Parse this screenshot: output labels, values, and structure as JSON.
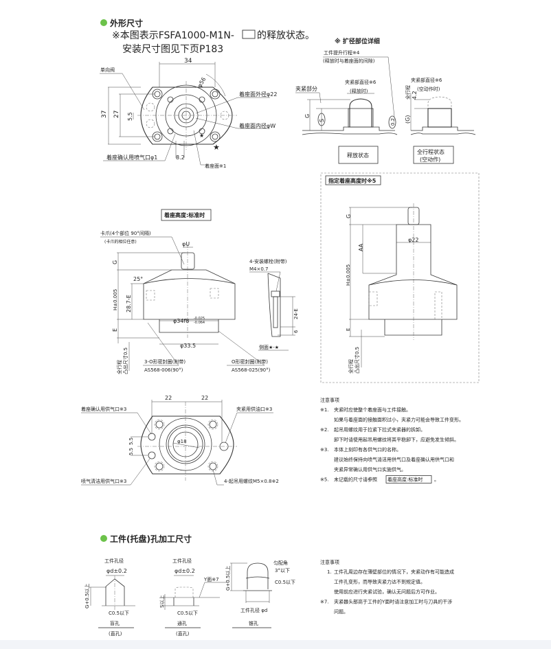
{
  "accent_color": "#6cc24a",
  "section1": {
    "title": "外形尺寸",
    "note_prefix": "※本图表示FSFA1000-M1N-",
    "note_suffix": "的释放状态。",
    "note_line2": "安装尺寸图见下页P183"
  },
  "plan_view": {
    "dim_34": "34",
    "dim_37": "37",
    "dim_27": "27",
    "dim_5_5": "5.5",
    "dim_8_2": "8.2",
    "dim_56": "φ56",
    "check_valve": "单向阀",
    "seat_outer": "着座面外径φ22",
    "seat_inner": "着座面内径φW",
    "seat_air": "着座确认用喷气口φ1",
    "seat_face": "着座面※1"
  },
  "detail": {
    "title": "※ 扩径部位详细",
    "lift_stroke": "工件提升行程※4",
    "lift_stroke_sub": "(释放时与着座面的间隙)",
    "clamp_part": "夹紧部分",
    "clamp_dia": "夹紧部直径※6",
    "clamp_dia_release": "(释放时)",
    "clamp_dia_idle": "(空动作时)",
    "dim_G": "G",
    "dim_S": "S",
    "dim_0_2": "0.2",
    "full_stroke": "全行程",
    "dim_4_2": "4.2",
    "dim_G_paren": "(G)",
    "state_release": "释放状态",
    "state_full": "全行程状态",
    "state_full_sub": "(空动作)"
  },
  "specified": {
    "title": "指定着座高度时※5",
    "dim_G": "G",
    "dim_AA": "AA",
    "dim_22": "φ22",
    "dim_H": "H±0.005",
    "dim_E": "E",
    "protrude": "全行程",
    "protrude2": "凸出尺寸0.5"
  },
  "standard": {
    "title": "着座高度:标准时",
    "claw": "卡爪(4个部位 90°间隔)",
    "claw_sub": "(卡爪的相位任意)",
    "dim_U": "φU",
    "dim_G": "G",
    "dim_25": "25°",
    "dim_H": "H±0.005",
    "dim_287": "28.7-E",
    "dim_34f8": "φ34f8",
    "tol_hi": "-0.025",
    "tol_lo": "-0.064",
    "dim_E": "E",
    "dim_335": "φ33.5",
    "protrude": "全行程",
    "protrude2": "凸出尺寸0.5",
    "oring1": "3-O形密封圈(附带)",
    "oring1_code": "AS568-006(90°)",
    "oring2": "O形密封圈(附带)",
    "oring2_code": "AS568-025(90°)",
    "bolt": "4-安装螺栓(附带)",
    "bolt_spec": "M4×0.7",
    "dim_24E": "24-E",
    "dim_6": "6",
    "side": "侧面★-★"
  },
  "bottom_view": {
    "dim_22a": "22",
    "dim_22b": "22",
    "dim_18": "φ18",
    "dim_5_5": "5.5",
    "dim_5_5b": "5.5",
    "seat_air": "着座确认用供气口※3",
    "clamp_oil": "夹紧用供油口※3",
    "clean_air": "喷气清洁用供气口※3",
    "lift_thread": "4-起吊用螺纹M5×0.8※2"
  },
  "notes1": {
    "title": "注意事项",
    "items": [
      {
        "mark": "※1.",
        "lines": [
          "夹紧时应使整个着座面与工件接触。",
          "如果与着座面的接触面积过小，夹紧力可能会导致工件变形。"
        ]
      },
      {
        "mark": "※2.",
        "lines": [
          "起吊用螺纹用于拉紧下拉式夹紧器的拆卸。",
          "卸下时请使用起吊用螺纹将其平稳卸下，应避免发生倾斜。"
        ]
      },
      {
        "mark": "※3.",
        "lines": [
          "本体上刻印有各供气口的名称。",
          "建议始终保持向喷气清洁用供气口及着座确认用供气口和",
          "夹紧异常确认用供气口实施供气。"
        ]
      },
      {
        "mark": "※5.",
        "lines": [
          "未记载的尺寸请参照"
        ],
        "ref": "着座高度:标准时",
        "end": "。"
      }
    ]
  },
  "section2": {
    "title": "工件(托盘)孔加工尺寸",
    "blind": {
      "label": "工件孔径",
      "dim": "φd±0.2",
      "depth": "G+0.5以上",
      "chamfer": "C0.5以下",
      "name": "盲孔",
      "sub": "(直孔)"
    },
    "through": {
      "label": "工件孔径",
      "dim": "φd±0.2",
      "yface": "Y面※7",
      "depth": "S以上",
      "chamfer": "C0.5以下",
      "name": "通孔",
      "sub": "(直孔)"
    },
    "taper": {
      "angle": "匀配角",
      "angle2": "3°以下",
      "depth": "G+0.5以上",
      "chamfer": "C0.5以下",
      "dim": "工件孔径 φd",
      "name": "锥孔"
    }
  },
  "notes2": {
    "title": "注意事项",
    "items": [
      {
        "mark": "1.",
        "lines": [
          "工件孔周边存在薄壁部位的情况下，夹紧动作有可能造成",
          "工件孔变形，而导致夹紧力达不到规定值。",
          "使用前应进行夹紧试验，确认无问题后方可作业。"
        ]
      },
      {
        "mark": "※7.",
        "lines": [
          "夹紧器头部高于工件的Y面时请注意加工时与刀具的干涉",
          "问题。"
        ]
      }
    ]
  }
}
